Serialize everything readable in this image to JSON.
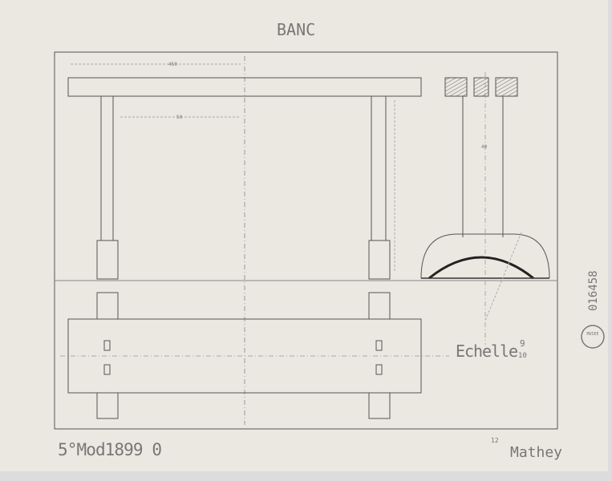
{
  "title": "BANC",
  "scale_label": "Echelle",
  "scale_numerator": "9",
  "scale_denominator": "10",
  "model_note": "5°Mod1899 0",
  "signature_mark": "12",
  "signature": "Mathey",
  "archive_number": "016458",
  "stamp_text": "MUSEE",
  "dimensions": {
    "top_length": "450",
    "inner": "50",
    "leg": "40"
  }
}
